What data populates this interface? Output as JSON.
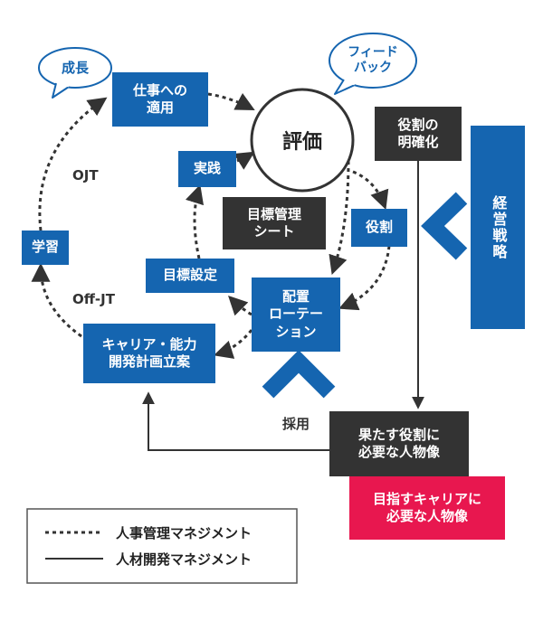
{
  "nodes": {
    "evaluation": "評価",
    "apply_work": "仕事への\n適用",
    "practice": "実践",
    "goal_mgmt": "目標管理\nシート",
    "role": "役割",
    "role_clarify": "役割の\n明確化",
    "strategy": "経営戦略",
    "goal_setting": "目標設定",
    "placement": "配置\nローテー\nション",
    "learning": "学習",
    "career_plan": "キャリア・能力\n開発計画立案",
    "required_person": "果たす役割に\n必要な人物像",
    "target_person": "目指すキャリアに\n必要な人物像",
    "growth_bubble": "成長",
    "feedback_bubble": "フィード\nバック",
    "ojt": "OJT",
    "off_jt": "Off-JT",
    "hiring": "採用"
  },
  "legend": {
    "dotted": "人事管理マネジメント",
    "solid": "人材開発マネジメント"
  },
  "colors": {
    "blue": "#1565b0",
    "dark": "#333333",
    "red": "#e8174f"
  }
}
